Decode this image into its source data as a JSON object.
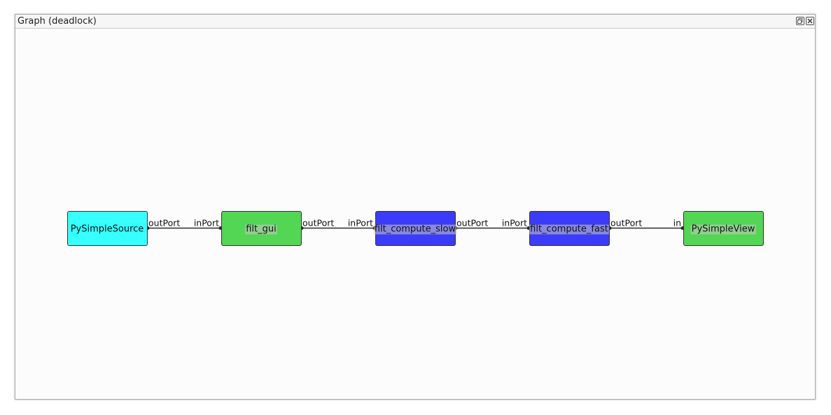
{
  "window": {
    "title": "Graph (deadlock)"
  },
  "colors": {
    "source": "#35ffff",
    "gui_filter": "#53d653",
    "compute_filter": "#3b3bfa",
    "view": "#53d653",
    "edge": "#2a2a2a",
    "canvas_bg": "#fcfcfc"
  },
  "graph": {
    "nodes": [
      {
        "label": "PySimpleSource",
        "color": "#35ffff",
        "highlight": false
      },
      {
        "label": "filt_gui",
        "color": "#53d653",
        "highlight": true
      },
      {
        "label": "filt_compute_slow",
        "color": "#3b3bfa",
        "highlight": true
      },
      {
        "label": "filt_compute_fast",
        "color": "#3b3bfa",
        "highlight": true
      },
      {
        "label": "PySimpleView",
        "color": "#53d653",
        "highlight": true
      }
    ],
    "edges": [
      {
        "out_port": "outPort",
        "in_port": "inPort"
      },
      {
        "out_port": "outPort",
        "in_port": "inPort"
      },
      {
        "out_port": "outPort",
        "in_port": "inPort"
      },
      {
        "out_port": "outPort",
        "in_port": "in"
      }
    ]
  }
}
